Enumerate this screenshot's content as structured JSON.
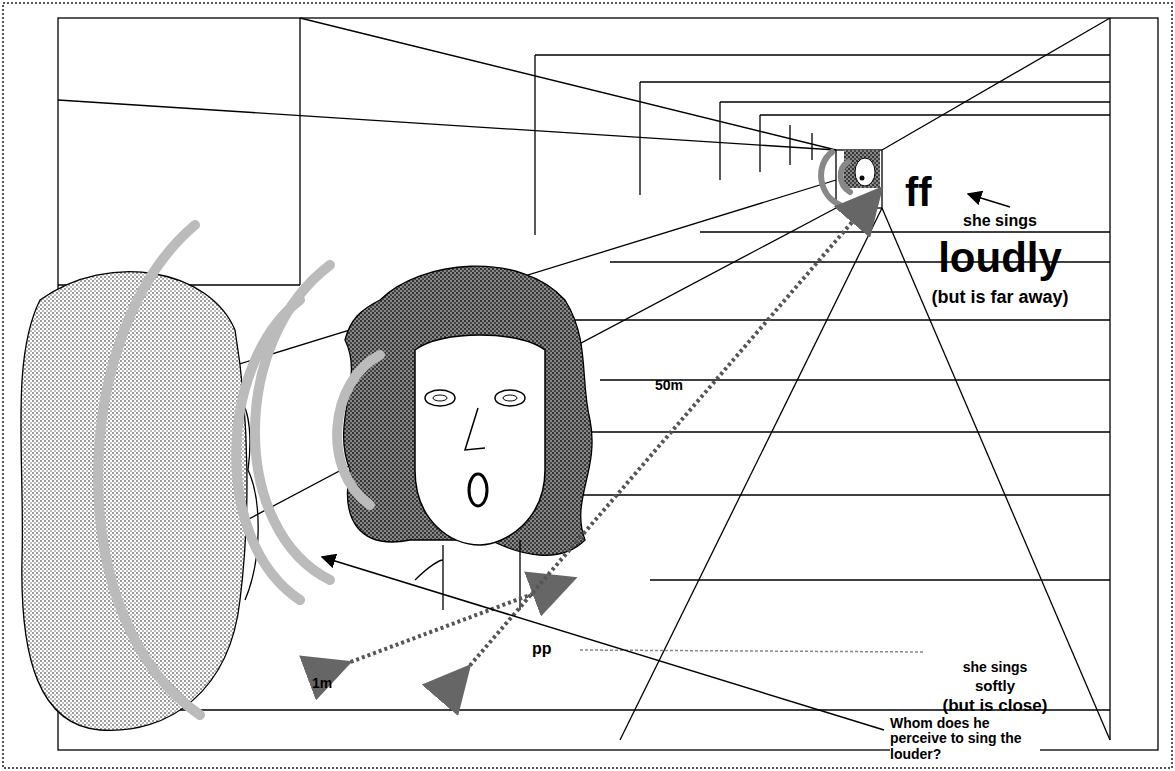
{
  "diagram": {
    "labels": [
      "ff",
      "she sings",
      "loudly",
      "(but is far away)",
      "50m",
      "pp",
      "she sings",
      "softly",
      "(but is close)",
      "Whom does he perceive to sing the louder?",
      "1m"
    ]
  }
}
